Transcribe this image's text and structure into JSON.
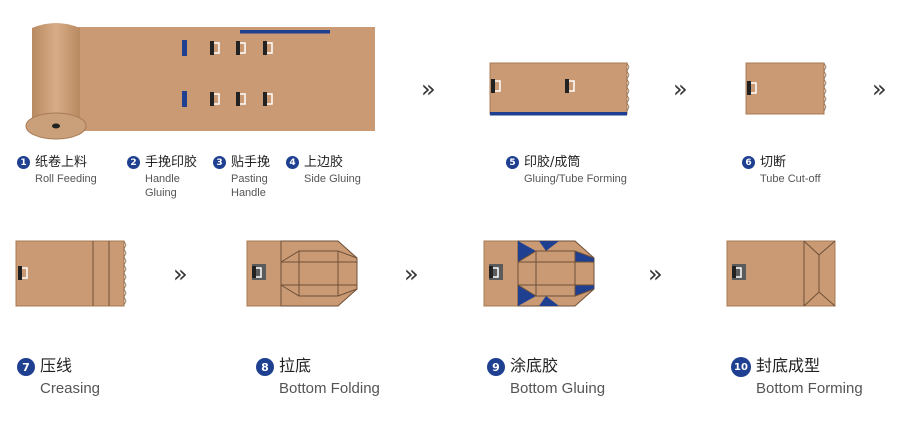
{
  "colors": {
    "kraft": "#c99a73",
    "kraft_edge": "#a87b55",
    "navy": "#1f3f91",
    "grey": "#5b5b5b"
  },
  "arrow_glyph": "»",
  "steps": [
    {
      "num": "1",
      "zh": "纸卷上料",
      "en": "Roll Feeding"
    },
    {
      "num": "2",
      "zh": "手挽印胶",
      "en": "Handle\nGluing"
    },
    {
      "num": "3",
      "zh": "贴手挽",
      "en": "Pasting\nHandle"
    },
    {
      "num": "4",
      "zh": "上边胶",
      "en": "Side Gluing"
    },
    {
      "num": "5",
      "zh": "印胶/成筒",
      "en": "Gluing/Tube Forming"
    },
    {
      "num": "6",
      "zh": "切断",
      "en": "Tube Cut-off"
    },
    {
      "num": "7",
      "zh": "压线",
      "en": "Creasing"
    },
    {
      "num": "8",
      "zh": "拉底",
      "en": "Bottom Folding"
    },
    {
      "num": "9",
      "zh": "涂底胶",
      "en": "Bottom Gluing"
    },
    {
      "num": "10",
      "zh": "封底成型",
      "en": "Bottom Forming"
    }
  ]
}
